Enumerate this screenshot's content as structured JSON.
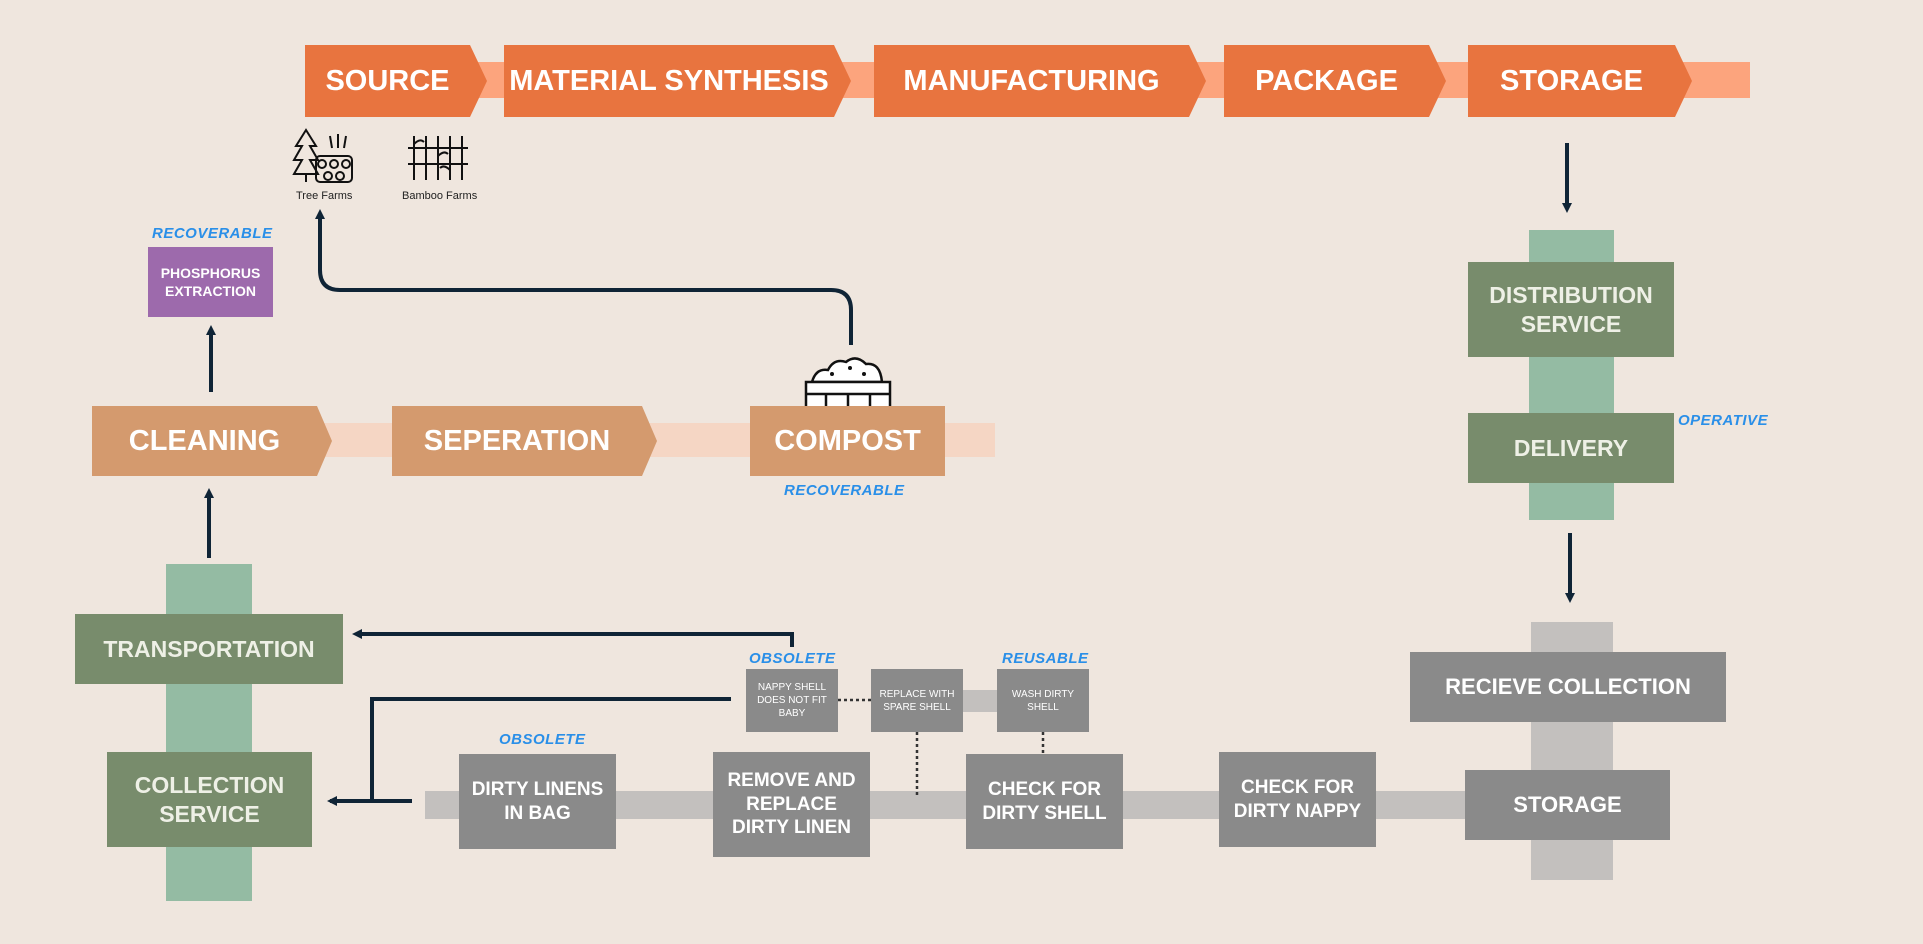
{
  "top_row": [
    "SOURCE",
    "MATERIAL SYNTHESIS",
    "MANUFACTURING",
    "PACKAGE",
    "STORAGE"
  ],
  "icons": {
    "tree_farms": "Tree Farms",
    "bamboo_farms": "Bamboo Farms"
  },
  "middle_row": {
    "cleaning": "CLEANING",
    "seperation": "SEPERATION",
    "compost": "COMPOST"
  },
  "phosphorus": "PHOSPHORUS EXTRACTION",
  "tags": {
    "recoverable_phosphorus": "RECOVERABLE",
    "recoverable_compost": "RECOVERABLE",
    "operative": "OPERATIVE",
    "obsolete_nappy": "OBSOLETE",
    "reusable": "REUSABLE",
    "obsolete_linens": "OBSOLETE"
  },
  "right_column": {
    "distribution": "DISTRIBUTION SERVICE",
    "delivery": "DELIVERY"
  },
  "left_column": {
    "transportation": "TRANSPORTATION",
    "collection": "COLLECTION SERVICE"
  },
  "bottom_row": {
    "dirty_linens": "DIRTY LINENS IN BAG",
    "remove_replace": "REMOVE AND REPLACE DIRTY LINEN",
    "check_shell": "CHECK FOR DIRTY SHELL",
    "check_nappy": "CHECK FOR DIRTY NAPPY",
    "storage": "STORAGE",
    "recieve": "RECIEVE COLLECTION"
  },
  "small_boxes": {
    "nappy_shell": "NAPPY SHELL DOES NOT FIT BABY",
    "replace_shell": "REPLACE WITH SPARE SHELL",
    "wash_shell": "WASH DIRTY SHELL"
  },
  "colors": {
    "orange": "#e8743f",
    "orange_band": "#fca47d",
    "tan": "#d49a6e",
    "tan_band": "#f5d6c4",
    "green": "#788c6c",
    "green_band": "#94bba3",
    "grey": "#8a8a8a",
    "grey_band": "#c3c0be",
    "purple": "#9d6aac",
    "tag_blue": "#2a8fe8",
    "arrow": "#0f2436"
  }
}
